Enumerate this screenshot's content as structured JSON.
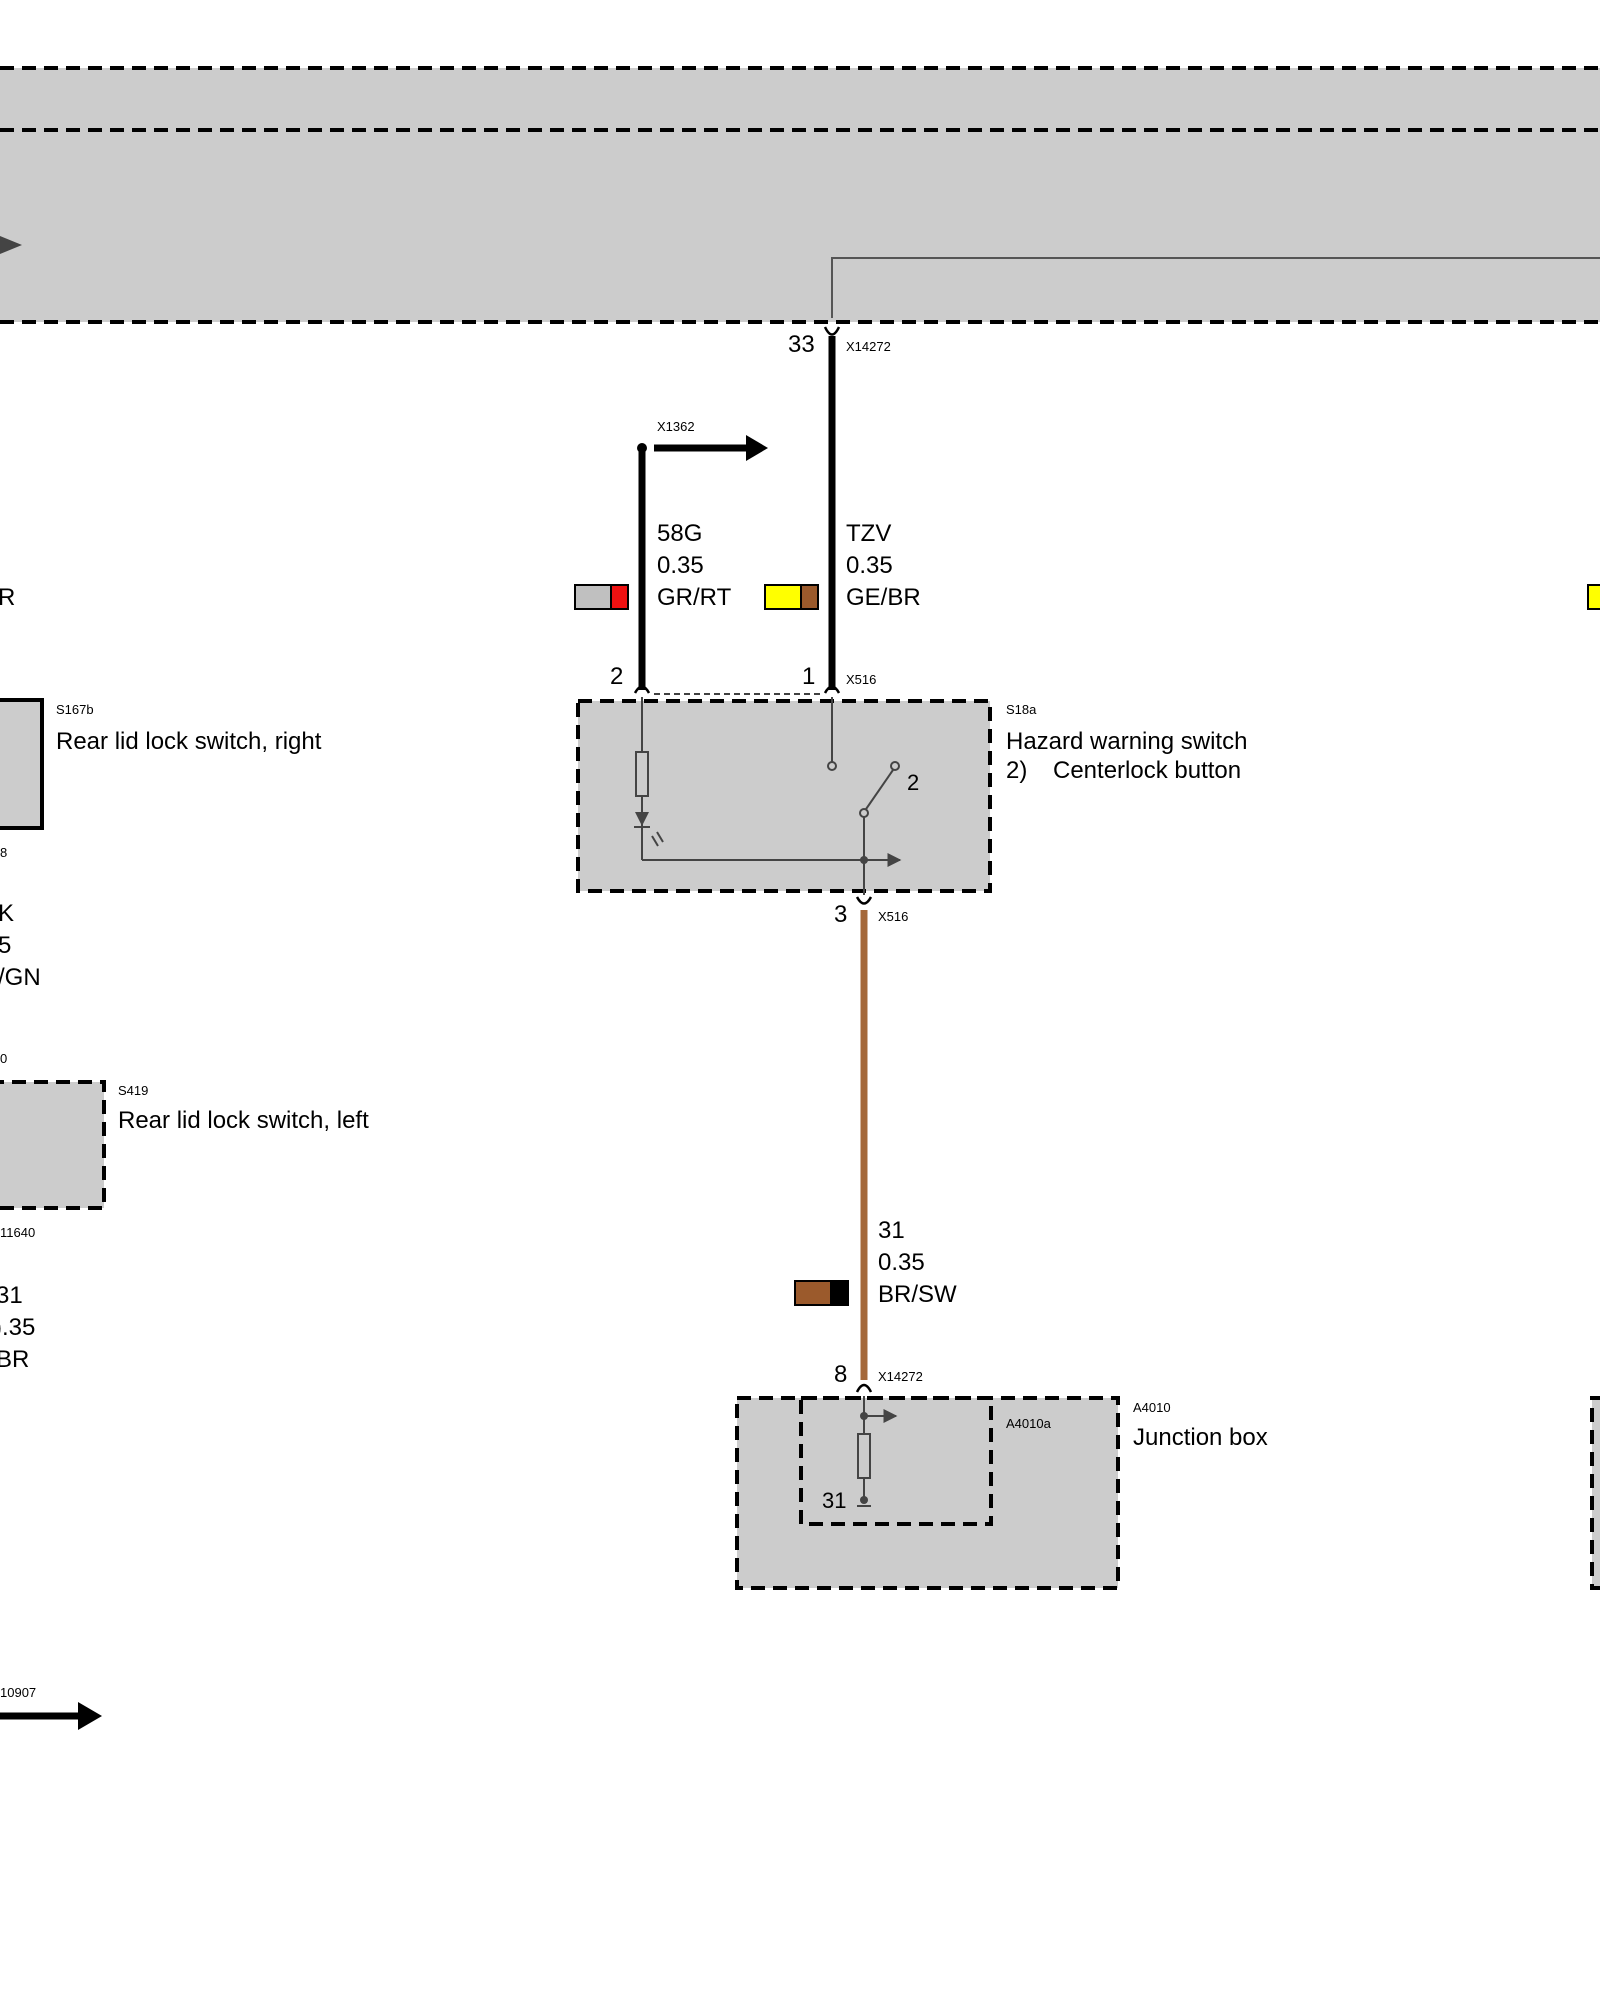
{
  "pins": {
    "p33": "33",
    "p2": "2",
    "p1": "1",
    "p3": "3",
    "p8": "8",
    "switch_2": "2",
    "ground_31": "31"
  },
  "connectors": {
    "x14272_top": "X14272",
    "x1362": "X1362",
    "x516_top": "X516",
    "x516_bottom": "X516",
    "x14272_bottom": "X14272",
    "x11640_partial": "11640",
    "x10907_partial": "10907",
    "s167b_pin_partial": "8",
    "s419_pin_partial": "0"
  },
  "wires": {
    "w58g": {
      "signal": "58G",
      "gauge": "0.35",
      "color_code": "GR/RT",
      "swatch": [
        "#c0c0c0",
        "#ee1111"
      ]
    },
    "wtzv": {
      "signal": "TZV",
      "gauge": "0.35",
      "color_code": "GE/BR",
      "swatch": [
        "#ffff00",
        "#9b5a2c"
      ]
    },
    "w31": {
      "signal": "31",
      "gauge": "0.35",
      "color_code": "BR/SW",
      "swatch": [
        "#9b5a2c",
        "#000000"
      ],
      "line_color": "#a4683a"
    },
    "left_partial_1": {
      "signal": "K",
      "gauge": "5",
      "color_code": "/GN"
    },
    "left_partial_2": {
      "signal": "31",
      "gauge": ").35",
      "color_code": "BR"
    },
    "left_partial_top_color": "R"
  },
  "components": {
    "s18a": {
      "id": "S18a",
      "name": "Hazard warning switch",
      "note_num": "2)",
      "note_text": "Centerlock button"
    },
    "s167b": {
      "id": "S167b",
      "name": "Rear lid lock switch, right"
    },
    "s419": {
      "id": "S419",
      "name": "Rear lid lock switch, left"
    },
    "a4010": {
      "id": "A4010",
      "name": "Junction box"
    },
    "a4010a": {
      "id": "A4010a"
    }
  },
  "colors": {
    "module_fill": "#cccccc",
    "wire_black": "#000000",
    "internal_line": "#444444"
  }
}
